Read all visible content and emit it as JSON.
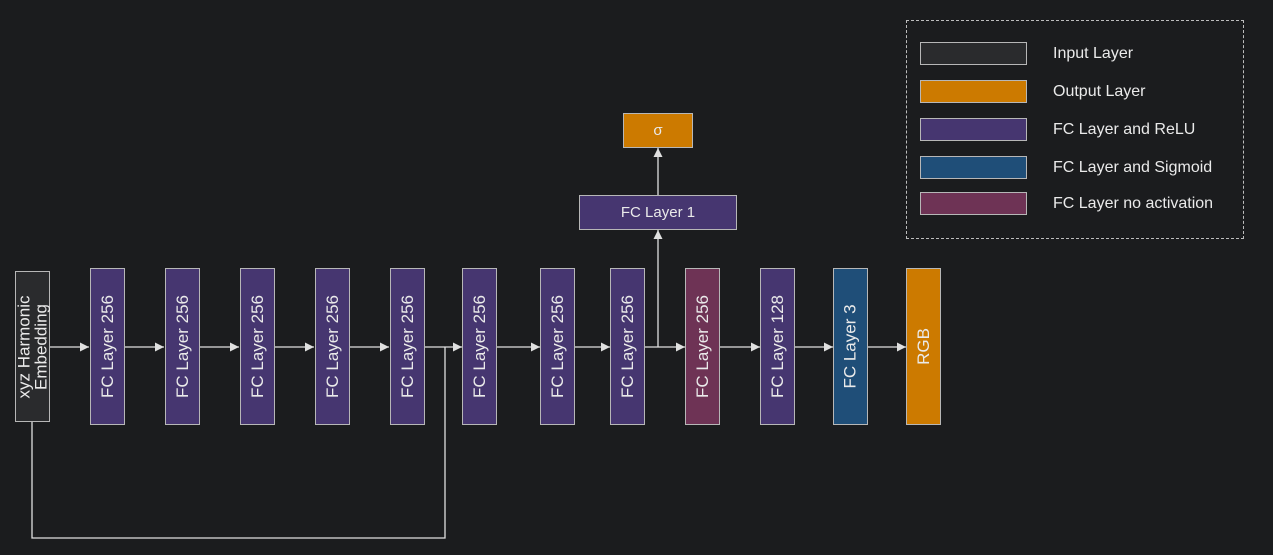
{
  "colors": {
    "background": "#1b1c1e",
    "input": "#2a2b2d",
    "fc_relu": "#463670",
    "output": "#cc7a00",
    "fc_sigmoid": "#1f4e78",
    "fc_no_activation": "#6e3355",
    "line": "#e0e0e0"
  },
  "nodes": {
    "input": "xyz Harmonic\nEmbedding",
    "fc1": "FC Layer 256",
    "fc2": "FC Layer 256",
    "fc3": "FC Layer 256",
    "fc4": "FC Layer 256",
    "fc5": "FC Layer 256",
    "fc6": "FC Layer 256",
    "fc7": "FC Layer 256",
    "fc8": "FC Layer 256",
    "fc9": "FC Layer 256",
    "fc10": "FC Layer 128",
    "fc11": "FC Layer 3",
    "rgb": "RGB",
    "fc_density": "FC Layer 1",
    "sigma": "σ"
  },
  "legend": {
    "input": "Input Layer",
    "output": "Output Layer",
    "relu": "FC Layer and ReLU",
    "sigmoid": "FC Layer and Sigmoid",
    "noact": "FC Layer no activation"
  }
}
